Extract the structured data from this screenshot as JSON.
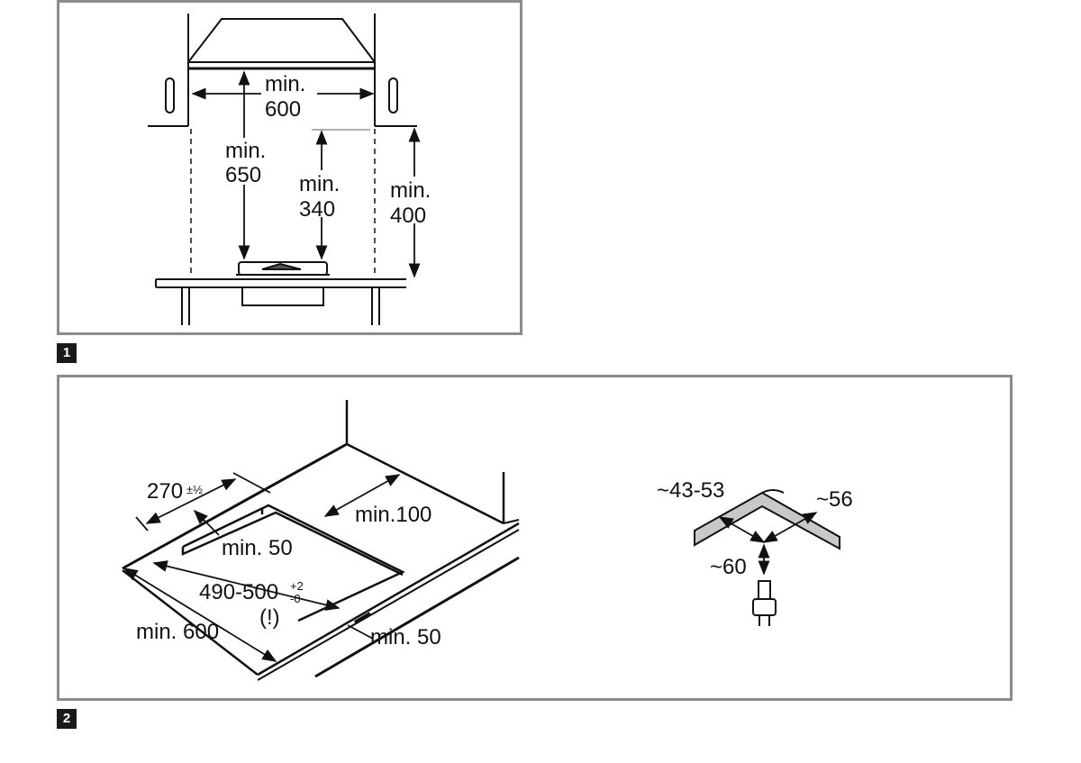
{
  "figure1": {
    "badge": "1",
    "labels": {
      "width_min": "min.",
      "width_value": "600",
      "hood_height_min": "min.",
      "hood_height_value": "650",
      "shelf_height_min": "min.",
      "shelf_height_value": "340",
      "cabinet_height_min": "min.",
      "cabinet_height_value": "400"
    }
  },
  "figure2": {
    "badge": "2",
    "labels": {
      "depth_main": "270",
      "depth_tol": "±½",
      "rear_gap": "min.100",
      "side_gap": "min. 50",
      "width_main": "490-500",
      "width_tol_plus": "+2",
      "width_tol_minus": "-0",
      "warning": "(!)",
      "worktop_width": "min. 600",
      "front_gap": "min. 50"
    },
    "detail_labels": {
      "edge_range": "~43-53",
      "edge_right": "~56",
      "edge_depth": "~60"
    }
  }
}
